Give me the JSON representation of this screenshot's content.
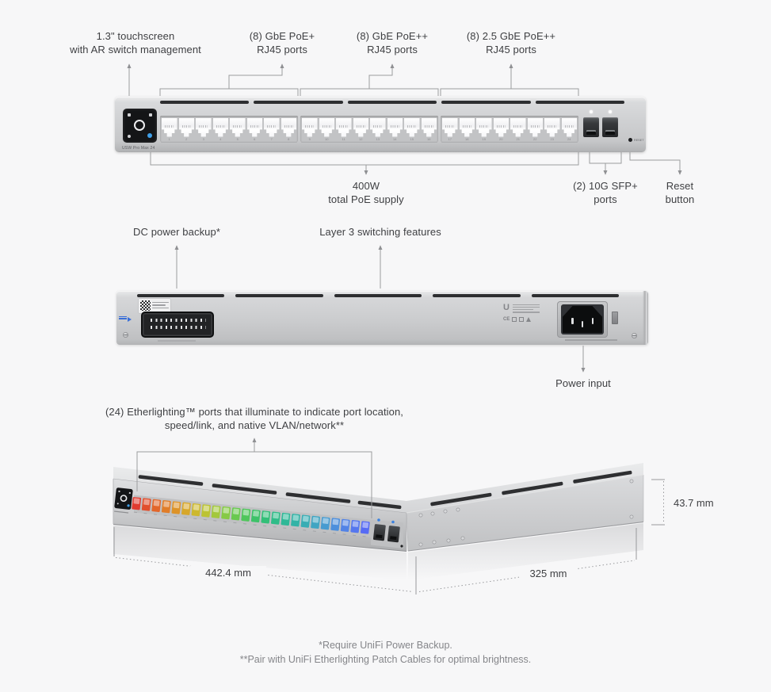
{
  "colors": {
    "background": "#f7f7f8",
    "text": "#3e3f42",
    "muted_text": "#85868a",
    "line": "#98999c",
    "chassis_silver": "#cfd0d2",
    "screen_black": "#141517",
    "led_blue": "#3f9fe8"
  },
  "front_view": {
    "callouts_top": [
      {
        "lines": [
          "1.3\" touchscreen",
          "with AR switch management"
        ]
      },
      {
        "lines": [
          "(8) GbE PoE+",
          "RJ45 ports"
        ]
      },
      {
        "lines": [
          "(8) GbE PoE++",
          "RJ45 ports"
        ]
      },
      {
        "lines": [
          "(8) 2.5 GbE PoE++",
          "RJ45 ports"
        ]
      }
    ],
    "callouts_bottom": [
      {
        "lines": [
          "400W",
          "total PoE supply"
        ]
      },
      {
        "lines": [
          "(2) 10G SFP+",
          "ports"
        ]
      },
      {
        "lines": [
          "Reset",
          "button"
        ]
      }
    ],
    "device": {
      "model_label": "USW Pro Max 24",
      "reset_label": "RESET",
      "rj45_port_count": 24,
      "sfp_port_count": 2
    }
  },
  "rear_view": {
    "callouts_top": [
      "DC power backup*",
      "Layer 3 switching features"
    ],
    "callout_bottom": "Power input"
  },
  "iso_view": {
    "callout_lines": [
      "(24) Etherlighting™ ports that illuminate to indicate port location,",
      "speed/link, and native VLAN/network**"
    ],
    "dimensions": {
      "width": "442.4 mm",
      "depth": "325 mm",
      "height": "43.7 mm"
    },
    "etherlighting_port_colors": [
      "#e03b30",
      "#e14f2d",
      "#e2662b",
      "#e07d29",
      "#dd9328",
      "#d7a72a",
      "#cdb82e",
      "#bcc334",
      "#a3c83c",
      "#86ca45",
      "#69c94f",
      "#4fc65b",
      "#3dc269",
      "#33bf78",
      "#2fbc88",
      "#2fb897",
      "#33b3a6",
      "#39adb4",
      "#40a5c2",
      "#479bd0",
      "#4d8fdc",
      "#5283e6",
      "#5577ee",
      "#566bf4"
    ]
  },
  "footnotes": [
    "*Require UniFi Power Backup.",
    "**Pair with UniFi Etherlighting Patch Cables for optimal brightness."
  ]
}
